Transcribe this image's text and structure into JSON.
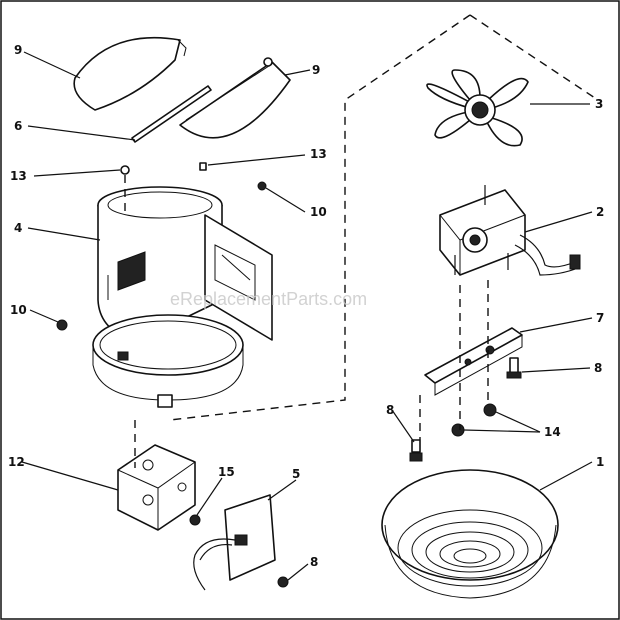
{
  "diagram": {
    "watermark": "eReplacementParts.com",
    "callouts": [
      {
        "id": "c9a",
        "label": "9"
      },
      {
        "id": "c9b",
        "label": "9"
      },
      {
        "id": "c3",
        "label": "3"
      },
      {
        "id": "c6",
        "label": "6"
      },
      {
        "id": "c13a",
        "label": "13"
      },
      {
        "id": "c13b",
        "label": "13"
      },
      {
        "id": "c10a",
        "label": "10"
      },
      {
        "id": "c4",
        "label": "4"
      },
      {
        "id": "c2",
        "label": "2"
      },
      {
        "id": "c10b",
        "label": "10"
      },
      {
        "id": "c7",
        "label": "7"
      },
      {
        "id": "c8a",
        "label": "8"
      },
      {
        "id": "c8b",
        "label": "8"
      },
      {
        "id": "c14",
        "label": "14"
      },
      {
        "id": "c12",
        "label": "12"
      },
      {
        "id": "c15",
        "label": "15"
      },
      {
        "id": "c5",
        "label": "5"
      },
      {
        "id": "c1",
        "label": "1"
      },
      {
        "id": "c8c",
        "label": "8"
      }
    ]
  }
}
